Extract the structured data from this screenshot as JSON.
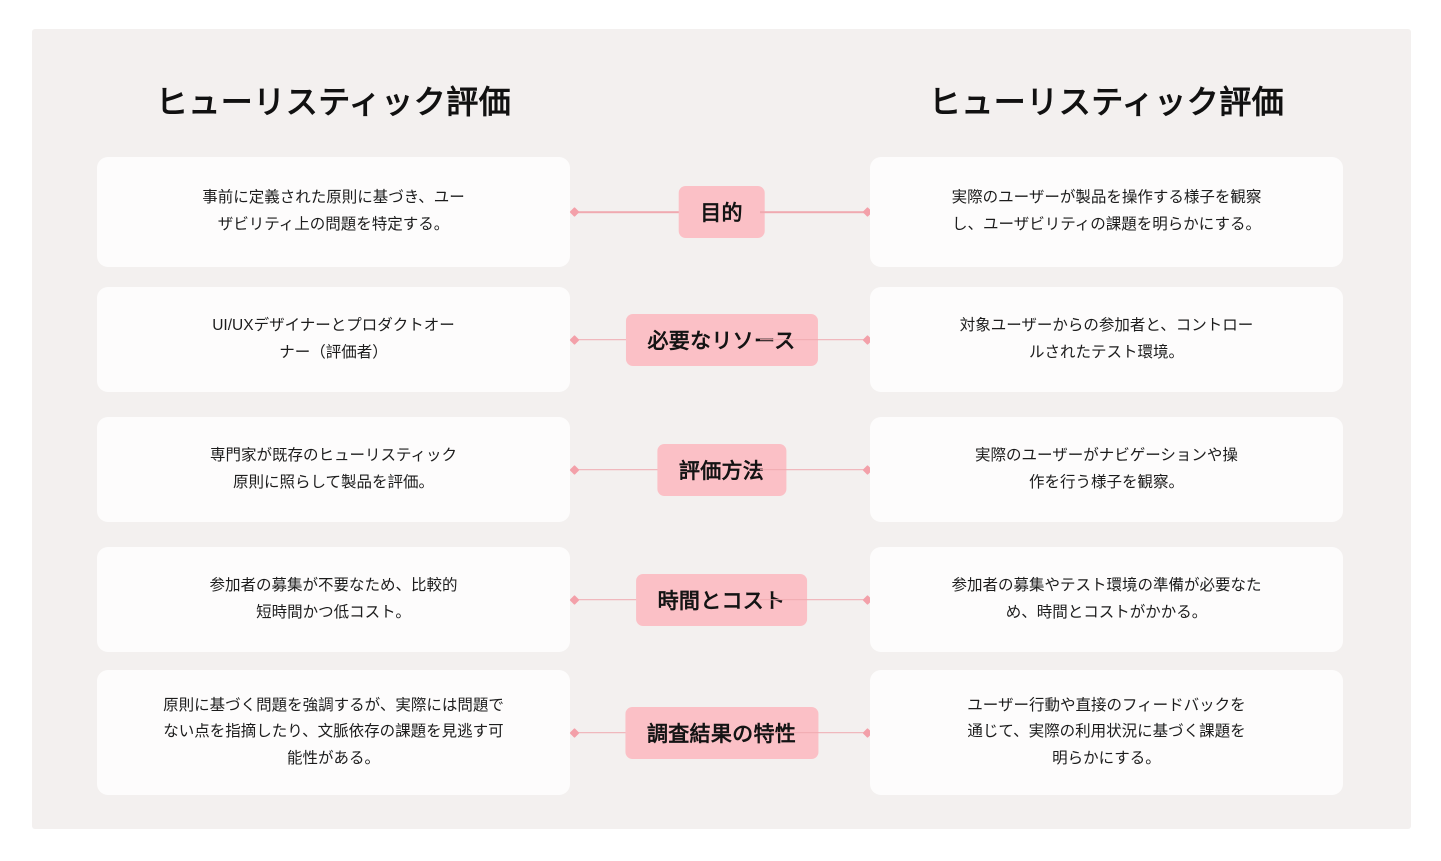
{
  "canvas": {
    "background_color": "#f3f0ef",
    "card_color": "#fdfcfc",
    "pill_color": "#fbc0c6",
    "connector_color": "#f0a9b0",
    "text_color": "#1c1c1c"
  },
  "headings": {
    "left": "ヒューリスティック評価",
    "right": "ヒューリスティック評価"
  },
  "rows": [
    {
      "label": "目的",
      "left": "事前に定義された原則に基づき、ユー\nザビリティ上の問題を特定する。",
      "right": "実際のユーザーが製品を操作する様子を観察\nし、ユーザビリティの課題を明らかにする。"
    },
    {
      "label": "必要なリソース",
      "left": "UI/UXデザイナーとプロダクトオー\nナー（評価者）",
      "right": "対象ユーザーからの参加者と、コントロー\nルされたテスト環境。"
    },
    {
      "label": "評価方法",
      "left": "専門家が既存のヒューリスティック\n原則に照らして製品を評価。",
      "right": "実際のユーザーがナビゲーションや操\n作を行う様子を観察。"
    },
    {
      "label": "時間とコスト",
      "left": "参加者の募集が不要なため、比較的\n短時間かつ低コスト。",
      "right": "参加者の募集やテスト環境の準備が必要なた\nめ、時間とコストがかかる。"
    },
    {
      "label": "調査結果の特性",
      "left": "原則に基づく問題を強調するが、実際には問題で\nない点を指摘したり、文脈依存の課題を見逃す可\n能性がある。",
      "right": "ユーザー行動や直接のフィードバックを\n通じて、実際の利用状況に基づく課題を\n明らかにする。"
    }
  ]
}
